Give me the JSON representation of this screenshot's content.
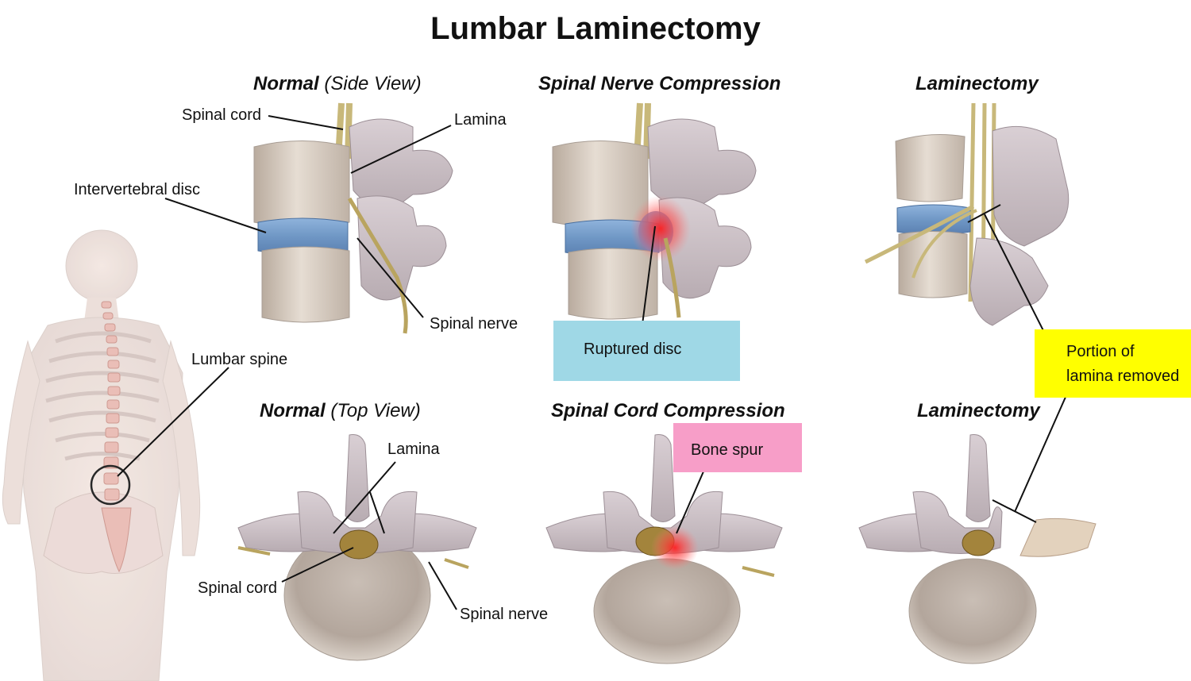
{
  "title": "Lumbar Laminectomy",
  "panels": {
    "normal_side": {
      "title": "Normal",
      "subtitle": "(Side View)"
    },
    "nerve_compression": {
      "title": "Spinal Nerve Compression"
    },
    "laminectomy_side": {
      "title": "Laminectomy"
    },
    "normal_top": {
      "title": "Normal",
      "subtitle": "(Top View)"
    },
    "cord_compression": {
      "title": "Spinal Cord Compression"
    },
    "laminectomy_top": {
      "title": "Laminectomy"
    }
  },
  "labels": {
    "spinal_cord_side": "Spinal cord",
    "lamina_side": "Lamina",
    "intervertebral_disc": "Intervertebral disc",
    "spinal_nerve_side": "Spinal nerve",
    "lumbar_spine": "Lumbar spine",
    "lamina_top": "Lamina",
    "spinal_cord_top": "Spinal cord",
    "spinal_nerve_top": "Spinal nerve",
    "ruptured_disc": "Ruptured disc",
    "bone_spur": "Bone spur",
    "portion_line1": "Portion of",
    "portion_line2": "lamina removed"
  },
  "colors": {
    "bone": "#d8cfc6",
    "bone_shadow": "#a89d94",
    "disc": "#6f97c5",
    "nerve": "#c8b87a",
    "highlight_red": "#ff2a2a",
    "ruptured_box": "#9fd8e6",
    "bone_spur_box": "#f79ec8",
    "portion_box": "#ffff00"
  }
}
